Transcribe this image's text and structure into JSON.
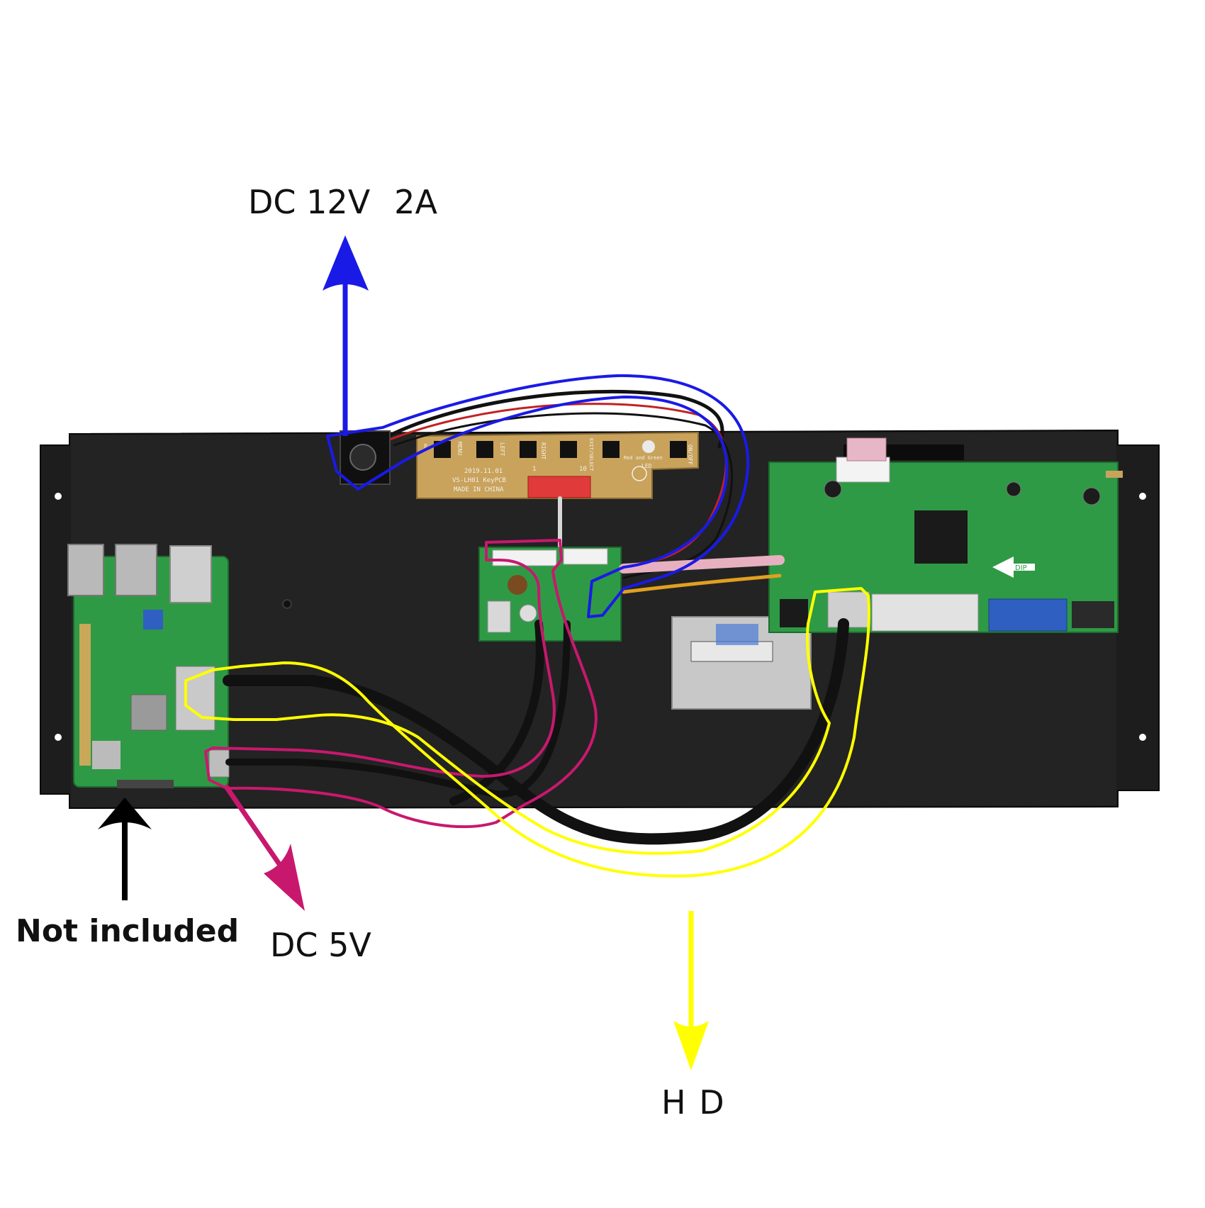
{
  "annotations": {
    "power_12v": {
      "voltage": "DC 12V",
      "current": "2A",
      "color": "#1a1ae6"
    },
    "power_5v": {
      "text": "DC 5V",
      "color": "#c8186e"
    },
    "hdmi": {
      "text": "H D",
      "color": "#ffff00"
    },
    "not_included": {
      "text": "Not included",
      "color": "#000000"
    }
  },
  "key_pcb": {
    "date": "2019.11.01",
    "model": "VS-LH01 KeyPCB",
    "origin": "MADE IN CHINA",
    "pin_start": "1",
    "pin_end": "10",
    "buttons": [
      "P",
      "MENU",
      "LEFT",
      "RIGHT",
      "EXIT/SELECT",
      "ON/OFF"
    ],
    "led_label": "Red and Green",
    "led": "LED"
  },
  "main_board": {
    "arrow_text": "DIP"
  },
  "colors": {
    "panel": "#1d1d1d",
    "pcb": "#2f9a45",
    "key_pcb": "#c9a25c",
    "cable": "#141414"
  }
}
